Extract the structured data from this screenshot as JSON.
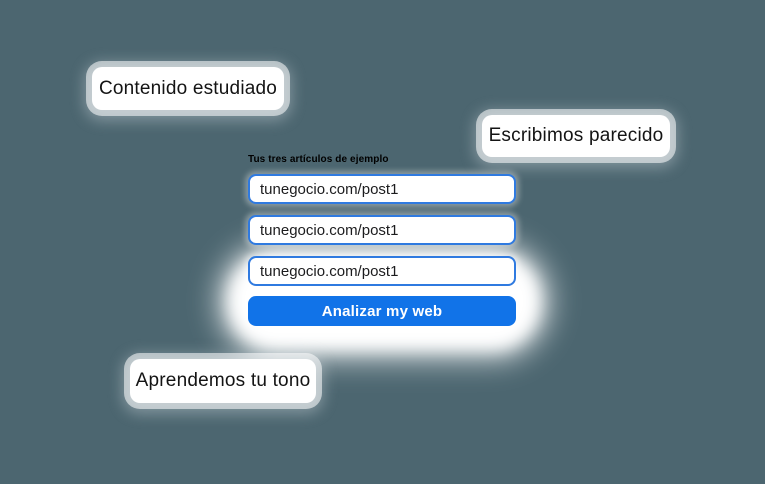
{
  "colors": {
    "background": "#4C6670",
    "accent_blue": "#1173E8",
    "input_border": "#2F7AE0",
    "callout_bg": "#FFFFFF",
    "text_dark": "#141414"
  },
  "callouts": {
    "contenido": {
      "label": "Contenido estudiado"
    },
    "escribimos": {
      "label": "Escribimos parecido"
    },
    "aprendemos": {
      "label": "Aprendemos tu tono"
    }
  },
  "form": {
    "heading": "Tus tres artículos de ejemplo",
    "inputs": [
      {
        "value": "tunegocio.com/post1"
      },
      {
        "value": "tunegocio.com/post1"
      },
      {
        "value": "tunegocio.com/post1"
      }
    ],
    "submit_label": "Analizar my web"
  }
}
